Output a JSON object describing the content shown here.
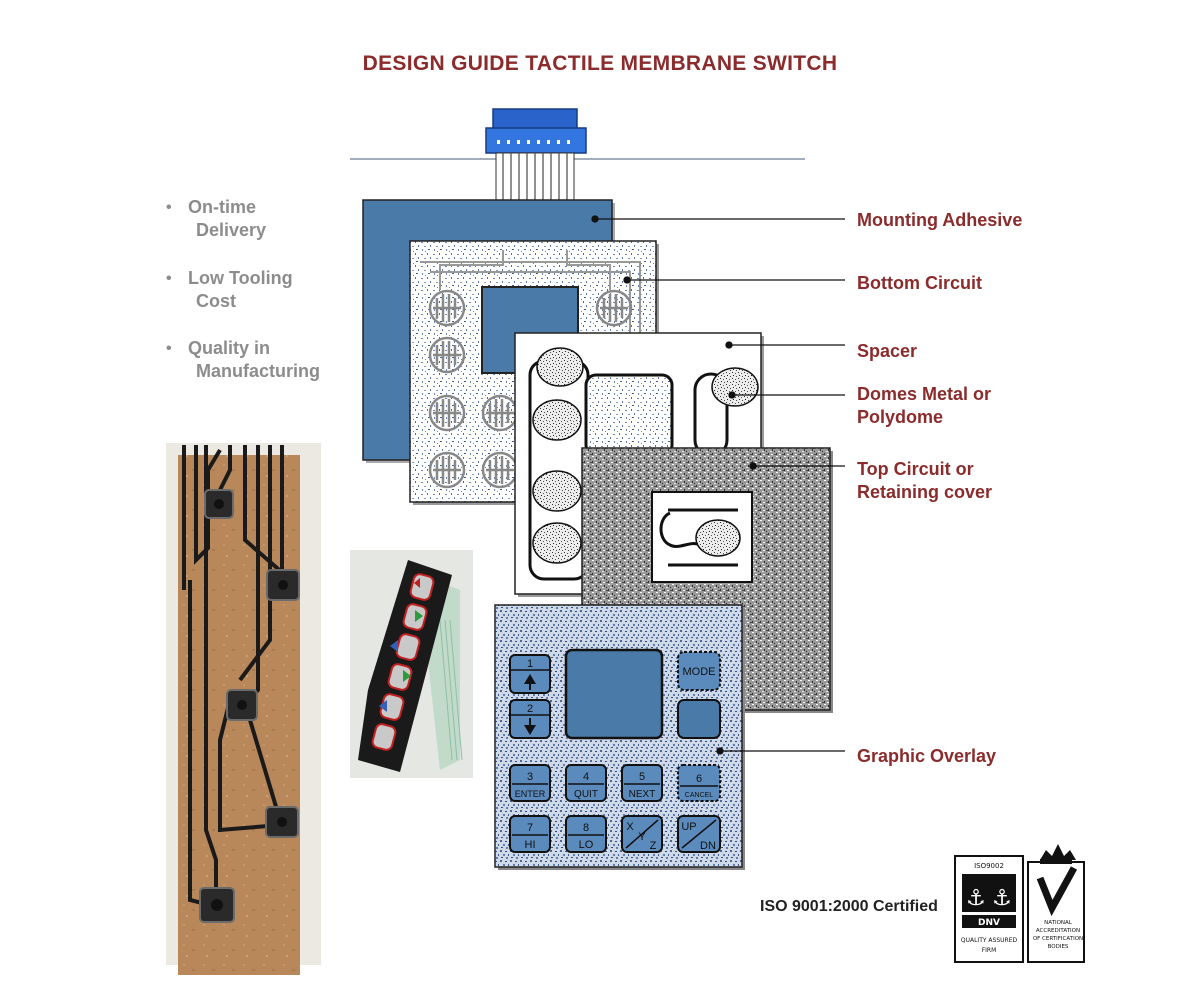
{
  "title": "DESIGN GUIDE TACTILE MEMBRANE SWITCH",
  "benefits": [
    {
      "line1": "On-time",
      "line2": "Delivery"
    },
    {
      "line1": "Low Tooling",
      "line2": "Cost"
    },
    {
      "line1": "Quality in",
      "line2": "Manufacturing"
    }
  ],
  "bullet_glyph": "•",
  "layers": {
    "mounting_adhesive": {
      "line1": "Mounting Adhesive",
      "line2": ""
    },
    "bottom_circuit": {
      "line1": "Bottom Circuit",
      "line2": ""
    },
    "spacer": {
      "line1": "Spacer",
      "line2": ""
    },
    "domes": {
      "line1": "Domes Metal or",
      "line2": "Polydome"
    },
    "top_circuit": {
      "line1": "Top Circuit or",
      "line2": "Retaining cover"
    },
    "graphic_overlay": {
      "line1": "Graphic Overlay",
      "line2": ""
    }
  },
  "keypad": {
    "k1": {
      "num": "1"
    },
    "k2": {
      "num": "2"
    },
    "mode": "MODE",
    "k3": {
      "num": "3",
      "label": "ENTER"
    },
    "k4": {
      "num": "4",
      "label": "QUIT"
    },
    "k5": {
      "num": "5",
      "label": "NEXT"
    },
    "k6": {
      "num": "6",
      "label": "CANCEL"
    },
    "k7": {
      "num": "7",
      "label": "HI"
    },
    "k8": {
      "num": "8",
      "label": "LO"
    },
    "kxyz": {
      "a": "X",
      "b": "Y",
      "c": "Z"
    },
    "kupdn": {
      "a": "UP",
      "b": "DN"
    }
  },
  "certification": {
    "text": "ISO 9001:2000 Certified",
    "seal_lines": [
      "ISO9002",
      "DNV",
      "QUALITY ASSURED",
      "FIRM"
    ],
    "badge_lines": [
      "NATIONAL",
      "ACCREDITATION",
      "OF CERTIFICATION",
      "BODIES"
    ]
  },
  "colors": {
    "title": "#8b2b2b",
    "callout": "#8b2b2b",
    "bullet": "#8c8c8c",
    "panel_blue": "#4a7aa8",
    "connector_blue": "#2a63c9"
  }
}
